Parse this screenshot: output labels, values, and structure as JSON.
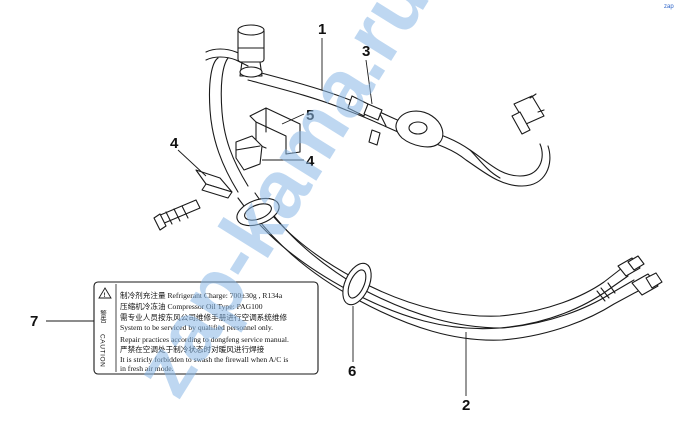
{
  "callouts": [
    "1",
    "2",
    "3",
    "4",
    "4",
    "5",
    "6",
    "7"
  ],
  "caution_label": {
    "side_text": [
      "警告",
      "CAUTION"
    ],
    "lines": [
      "制冷剂充注量 Refrigerant Charge: 700±30g , R134a",
      "压缩机冷冻油 Compressor Oil Type:  PAG100",
      "需专业人员按东风公司维修手册进行空调系统维修",
      "System to be serviced by qualified  personnel only.",
      "Repair practices according to dongfeng service manual.",
      "严禁在空调处于制冷状态时对暖风进行焊接",
      "It is stricly forbidden to swash the firewall when A/C is",
      "in fresh air mode."
    ]
  },
  "watermark": {
    "text": "zap-kama.ru",
    "corner_text": "zap"
  },
  "colors": {
    "line": "#1a1a1a",
    "watermark": "#8ab8e6"
  }
}
